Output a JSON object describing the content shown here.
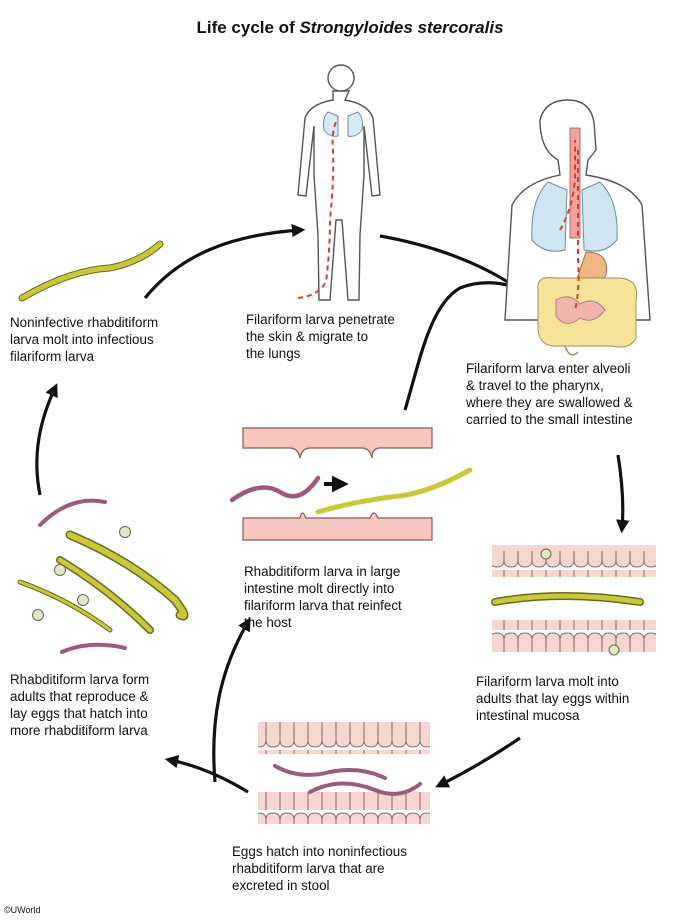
{
  "title": {
    "main": "Life cycle of ",
    "species": "Strongyloides stercoralis"
  },
  "stages": {
    "penetrate": "Filariform larva penetrate\nthe skin & migrate to\nthe lungs",
    "alveoli": "Filariform larva enter alveoli\n& travel to the pharynx,\nwhere they are swallowed &\ncarried to the small intestine",
    "adults_mucosa": "Filariform larva molt into\nadults that lay eggs within\nintestinal mucosa",
    "eggs_hatch": "Eggs hatch into noninfectious\nrhabditiform larva that are\nexcreted in stool",
    "free_living": "Rhabditiform larva form\nadults that reproduce &\nlay eggs that hatch into\nmore rhabditiform larva",
    "molt_infectious": "Noninfective rhabditiform\nlarva molt into infectious\nfilariform larva",
    "autoinfection": "Rhabditiform larva in large\nintestine molt directly into\nfilariform larva that reinfect\nthe host"
  },
  "credit": "©UWorld",
  "colors": {
    "filariform_larva": "#c9c83a",
    "rhabditiform_larva": "#9c5a7d",
    "intestine_pink": "#f6c6c0",
    "mucosa_pink": "#f8dcd6",
    "migration_path": "#d6402a",
    "arrow": "#111111"
  }
}
